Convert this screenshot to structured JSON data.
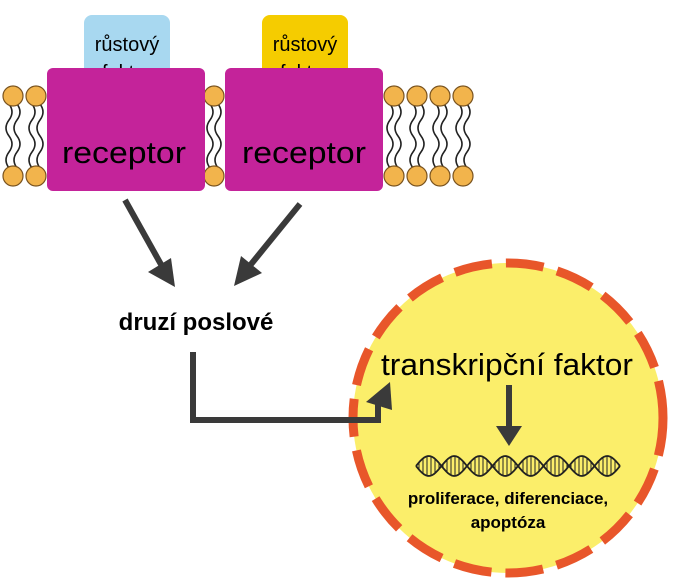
{
  "colors": {
    "receptor": "#c4239a",
    "factor_1": "#a8d8f0",
    "factor_2": "#f5cc00",
    "lipid_head": "#f2b44c",
    "nucleus_fill": "#fbee6a",
    "nucleus_border": "#e8562a",
    "arrow": "#3a3a3a"
  },
  "receptors": [
    {
      "label": "receptor",
      "factor_line1": "růstový",
      "factor_line2": "faktor"
    },
    {
      "label": "receptor",
      "factor_line1": "růstový",
      "factor_line2": "faktor"
    }
  ],
  "messengers": {
    "label": "druzí poslové"
  },
  "nucleus": {
    "transcription_factor": "transkripční faktor",
    "outcome_line1": "proliferace, diferenciace,",
    "outcome_line2": "apoptóza"
  }
}
